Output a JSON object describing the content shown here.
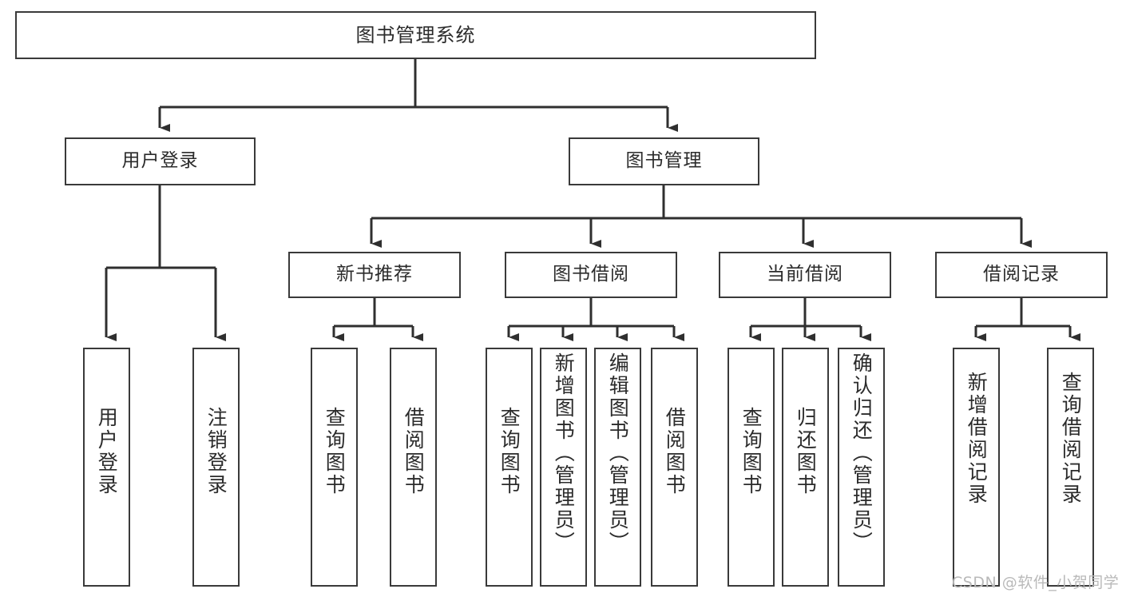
{
  "diagram": {
    "title": "图书管理系统",
    "type": "tree-hierarchy",
    "root": {
      "label": "图书管理系统"
    },
    "level2": [
      {
        "label": "用户登录"
      },
      {
        "label": "图书管理"
      }
    ],
    "level3": [
      {
        "label": "新书推荐"
      },
      {
        "label": "图书借阅"
      },
      {
        "label": "当前借阅"
      },
      {
        "label": "借阅记录"
      }
    ],
    "leaves_user_login": [
      {
        "label": "用户登录"
      },
      {
        "label": "注销登录"
      }
    ],
    "leaves_new_book": [
      {
        "label": "查询图书"
      },
      {
        "label": "借阅图书"
      }
    ],
    "leaves_borrow": [
      {
        "label": "查询图书"
      },
      {
        "label": "新增图书（管理员）"
      },
      {
        "label": "编辑图书（管理员）"
      },
      {
        "label": "借阅图书"
      }
    ],
    "leaves_current": [
      {
        "label": "查询图书"
      },
      {
        "label": "归还图书"
      },
      {
        "label": "确认归还（管理员）"
      }
    ],
    "leaves_records": [
      {
        "label": "新增借阅记录"
      },
      {
        "label": "查询借阅记录"
      }
    ]
  },
  "watermark": {
    "text": "CSDN @软件_小贺同学"
  },
  "colors": {
    "border": "#3a3a3a",
    "text": "#2b2b2b",
    "background": "#ffffff",
    "watermark": "#b9b9b9"
  }
}
